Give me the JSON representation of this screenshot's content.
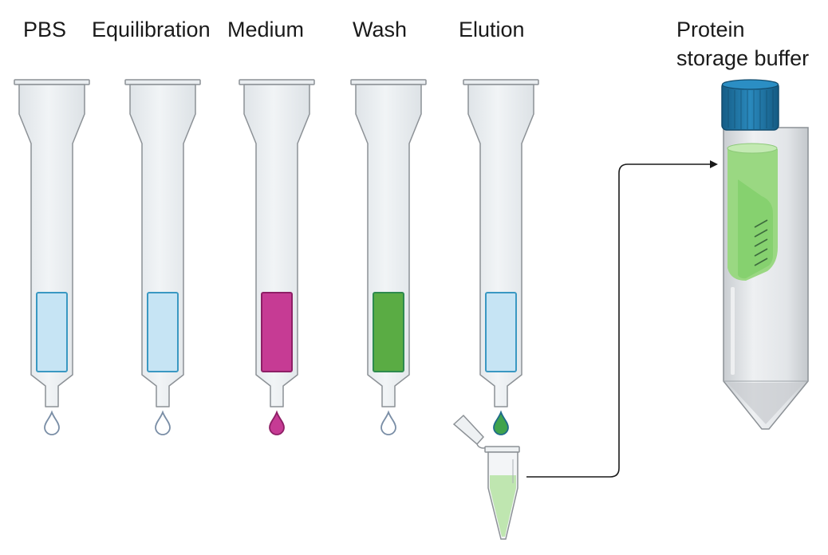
{
  "columns": [
    {
      "label": "PBS",
      "resin_color": "#c6e4f4",
      "resin_border": "#3a98c2",
      "drop_color": "#ffffff",
      "drop_border": "#7a8ea6"
    },
    {
      "label": "Equilibration",
      "resin_color": "#c6e4f4",
      "resin_border": "#3a98c2",
      "drop_color": "#ffffff",
      "drop_border": "#7a8ea6"
    },
    {
      "label": "Medium",
      "resin_color": "#c63b94",
      "resin_border": "#8e1f66",
      "drop_color": "#c63b94",
      "drop_border": "#8e1f66"
    },
    {
      "label": "Wash",
      "resin_color": "#5aac44",
      "resin_border": "#2e8a4e",
      "drop_color": "#ffffff",
      "drop_border": "#7a8ea6"
    },
    {
      "label": "Elution",
      "resin_color": "#c6e4f4",
      "resin_border": "#3a98c2",
      "drop_color": "#3fa34d",
      "drop_border": "#1f6b8a"
    }
  ],
  "storage": {
    "label_line1": "Protein",
    "label_line2": "storage buffer",
    "cap_color": "#1f78a8",
    "liquid_color": "#9ad882"
  },
  "tube": {
    "liquid_color": "#bfe6b0"
  },
  "colors": {
    "column_fill": "#e9edf0",
    "column_stroke": "#8c9196",
    "arrow": "#1a1a1a"
  }
}
